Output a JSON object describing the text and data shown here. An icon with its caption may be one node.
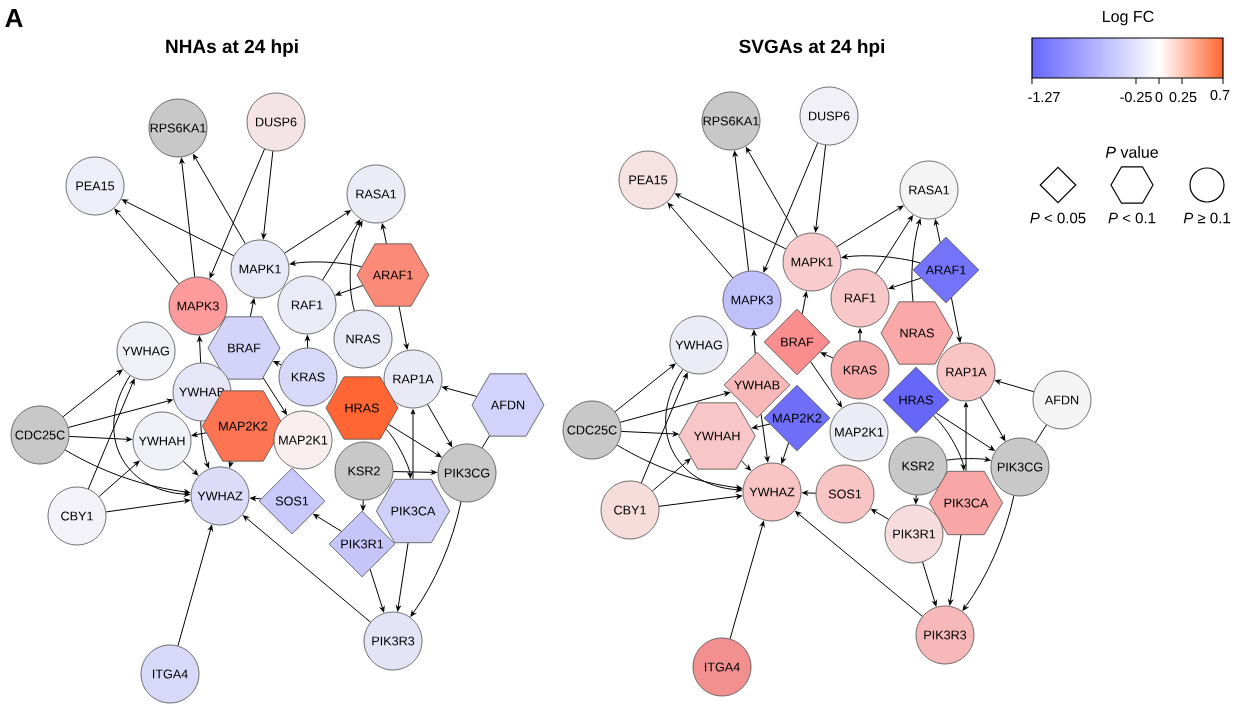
{
  "diagram": {
    "nodes": [
      {
        "text": [
          "RPS6KA1"
        ]
      },
      {
        "text": [
          "DUSP6"
        ]
      },
      {
        "text": [
          "PEA15"
        ]
      },
      {
        "text": [
          "RASA1"
        ]
      },
      {
        "text": [
          "MAPK1"
        ]
      },
      {
        "text": [
          "ARAF1"
        ]
      },
      {
        "text": [
          "MAPK3"
        ]
      },
      {
        "text": [
          "RAF1"
        ]
      },
      {
        "text": [
          "YWHAG"
        ]
      },
      {
        "text": [
          "BRAF"
        ]
      },
      {
        "text": [
          "NRAS"
        ]
      },
      {
        "text": [
          "KRAS"
        ]
      },
      {
        "text": [
          "RAP1A"
        ]
      },
      {
        "text": [
          "YWHAB"
        ]
      },
      {
        "text": [
          "AFDN"
        ]
      },
      {
        "text": [
          "HRAS"
        ]
      },
      {
        "text": [
          "CDC25C"
        ]
      },
      {
        "text": [
          "MAP2K2"
        ]
      },
      {
        "text": [
          "YWHAH"
        ]
      },
      {
        "text": [
          "MAP2K1"
        ]
      },
      {
        "text": [
          "KSR2"
        ]
      },
      {
        "text": [
          "PIK3CG"
        ]
      },
      {
        "text": [
          "YWHAZ"
        ]
      },
      {
        "text": [
          "SOS1"
        ]
      },
      {
        "text": [
          "PIK3CA"
        ]
      },
      {
        "text": [
          "CBY1"
        ]
      },
      {
        "text": [
          "PIK3R1"
        ]
      },
      {
        "text": [
          "PIK3R3"
        ]
      },
      {
        "text": [
          "ITGA4"
        ]
      },
      {
        "text": [
          "RPS6KA1"
        ]
      },
      {
        "text": [
          "DUSP6"
        ]
      },
      {
        "text": [
          "PEA15"
        ]
      },
      {
        "text": [
          "RASA1"
        ]
      },
      {
        "text": [
          "MAPK1"
        ]
      },
      {
        "text": [
          "ARAF1"
        ]
      },
      {
        "text": [
          "MAPK3"
        ]
      },
      {
        "text": [
          "RAF1"
        ]
      },
      {
        "text": [
          "YWHAG"
        ]
      },
      {
        "text": [
          "BRAF"
        ]
      },
      {
        "text": [
          "NRAS"
        ]
      },
      {
        "text": [
          "KRAS"
        ]
      },
      {
        "text": [
          "RAP1A"
        ]
      },
      {
        "text": [
          "YWHAB"
        ]
      },
      {
        "text": [
          "AFDN"
        ]
      },
      {
        "text": [
          "HRAS"
        ]
      },
      {
        "text": [
          "CDC25C"
        ]
      },
      {
        "text": [
          "MAP2K2"
        ]
      },
      {
        "text": [
          "YWHAH"
        ]
      },
      {
        "text": [
          "MAP2K1"
        ]
      },
      {
        "text": [
          "KSR2"
        ]
      },
      {
        "text": [
          "PIK3CG"
        ]
      },
      {
        "text": [
          "YWHAZ"
        ]
      },
      {
        "text": [
          "SOS1"
        ]
      },
      {
        "text": [
          "PIK3CA"
        ]
      },
      {
        "text": [
          "CBY1"
        ]
      },
      {
        "text": [
          "PIK3R1"
        ]
      },
      {
        "text": [
          "PIK3R3"
        ]
      },
      {
        "text": [
          "ITGA4"
        ]
      }
    ],
    "edges": [
      {
        "from": 1,
        "to": 6,
        "arrow": "to"
      },
      {
        "from": 1,
        "to": 4,
        "arrow": "to"
      },
      {
        "from": 6,
        "to": 0,
        "arrow": "to"
      },
      {
        "from": 4,
        "to": 0,
        "arrow": "to"
      },
      {
        "from": 4,
        "to": 2,
        "arrow": "to"
      },
      {
        "from": 6,
        "to": 2,
        "arrow": "to"
      },
      {
        "from": 4,
        "to": 3,
        "arrow": "to"
      },
      {
        "from": 7,
        "to": 3,
        "arrow": "to"
      },
      {
        "from": 10,
        "to": 3,
        "arrow": "to"
      },
      {
        "from": 5,
        "to": 3,
        "arrow": "to"
      },
      {
        "from": 5,
        "to": 4,
        "arrow": "to"
      },
      {
        "from": 5,
        "to": 12,
        "arrow": "to"
      },
      {
        "from": 5,
        "to": 7,
        "arrow": "to"
      },
      {
        "from": 16,
        "to": 8,
        "arrow": "to"
      },
      {
        "from": 16,
        "to": 18,
        "arrow": "to"
      },
      {
        "from": 16,
        "to": 13,
        "arrow": "to"
      },
      {
        "from": 16,
        "to": 22,
        "arrow": "to"
      },
      {
        "from": 25,
        "to": 8,
        "arrow": "to"
      },
      {
        "from": 25,
        "to": 18,
        "arrow": "to"
      },
      {
        "from": 25,
        "to": 22,
        "arrow": "to"
      },
      {
        "from": 28,
        "to": 22,
        "arrow": "to"
      },
      {
        "from": 27,
        "to": 22,
        "arrow": "to"
      },
      {
        "from": 26,
        "to": 27,
        "arrow": "to"
      },
      {
        "from": 24,
        "to": 27,
        "arrow": "to"
      },
      {
        "from": 21,
        "to": 27,
        "arrow": "to"
      },
      {
        "from": 14,
        "to": 12,
        "arrow": "to"
      },
      {
        "from": 21,
        "to": 14,
        "arrow": "none"
      },
      {
        "from": 20,
        "to": 21,
        "arrow": "to"
      },
      {
        "from": 15,
        "to": 21,
        "arrow": "to"
      },
      {
        "from": 12,
        "to": 21,
        "arrow": "to"
      },
      {
        "from": 24,
        "to": 12,
        "arrow": "to"
      },
      {
        "from": 9,
        "to": 4,
        "arrow": "to"
      },
      {
        "from": 13,
        "to": 6,
        "arrow": "to"
      },
      {
        "from": 9,
        "to": 19,
        "arrow": "to"
      },
      {
        "from": 11,
        "to": 7,
        "arrow": "to"
      },
      {
        "from": 11,
        "to": 9,
        "arrow": "to"
      },
      {
        "from": 15,
        "to": 24,
        "arrow": "to"
      },
      {
        "from": 26,
        "to": 23,
        "arrow": "to"
      },
      {
        "from": 20,
        "to": 26,
        "arrow": "to"
      },
      {
        "from": 23,
        "to": 22,
        "arrow": "to"
      },
      {
        "from": 17,
        "to": 22,
        "arrow": "to"
      },
      {
        "from": 17,
        "to": 18,
        "arrow": "to"
      },
      {
        "from": 13,
        "to": 22,
        "arrow": "to"
      },
      {
        "from": 8,
        "to": 22,
        "arrow": "to"
      },
      {
        "from": 18,
        "to": 22,
        "arrow": "to"
      },
      {
        "from": 30,
        "to": 35,
        "arrow": "to"
      },
      {
        "from": 30,
        "to": 33,
        "arrow": "to"
      },
      {
        "from": 35,
        "to": 29,
        "arrow": "to"
      },
      {
        "from": 33,
        "to": 29,
        "arrow": "to"
      },
      {
        "from": 33,
        "to": 31,
        "arrow": "to"
      },
      {
        "from": 35,
        "to": 31,
        "arrow": "to"
      },
      {
        "from": 33,
        "to": 32,
        "arrow": "to"
      },
      {
        "from": 36,
        "to": 32,
        "arrow": "to"
      },
      {
        "from": 39,
        "to": 32,
        "arrow": "to"
      },
      {
        "from": 34,
        "to": 32,
        "arrow": "to"
      },
      {
        "from": 34,
        "to": 33,
        "arrow": "to"
      },
      {
        "from": 34,
        "to": 41,
        "arrow": "to"
      },
      {
        "from": 34,
        "to": 36,
        "arrow": "to"
      },
      {
        "from": 45,
        "to": 37,
        "arrow": "to"
      },
      {
        "from": 45,
        "to": 47,
        "arrow": "to"
      },
      {
        "from": 45,
        "to": 42,
        "arrow": "to"
      },
      {
        "from": 45,
        "to": 51,
        "arrow": "to"
      },
      {
        "from": 54,
        "to": 37,
        "arrow": "to"
      },
      {
        "from": 54,
        "to": 47,
        "arrow": "to"
      },
      {
        "from": 54,
        "to": 51,
        "arrow": "to"
      },
      {
        "from": 57,
        "to": 51,
        "arrow": "to"
      },
      {
        "from": 56,
        "to": 51,
        "arrow": "to"
      },
      {
        "from": 55,
        "to": 56,
        "arrow": "to"
      },
      {
        "from": 53,
        "to": 56,
        "arrow": "to"
      },
      {
        "from": 50,
        "to": 56,
        "arrow": "to"
      },
      {
        "from": 43,
        "to": 41,
        "arrow": "to"
      },
      {
        "from": 50,
        "to": 43,
        "arrow": "none"
      },
      {
        "from": 49,
        "to": 50,
        "arrow": "to"
      },
      {
        "from": 44,
        "to": 50,
        "arrow": "to"
      },
      {
        "from": 41,
        "to": 50,
        "arrow": "to"
      },
      {
        "from": 53,
        "to": 41,
        "arrow": "to"
      },
      {
        "from": 38,
        "to": 33,
        "arrow": "to"
      },
      {
        "from": 42,
        "to": 35,
        "arrow": "to"
      },
      {
        "from": 38,
        "to": 48,
        "arrow": "to"
      },
      {
        "from": 40,
        "to": 36,
        "arrow": "to"
      },
      {
        "from": 40,
        "to": 38,
        "arrow": "to"
      },
      {
        "from": 44,
        "to": 53,
        "arrow": "to"
      },
      {
        "from": 55,
        "to": 52,
        "arrow": "to"
      },
      {
        "from": 49,
        "to": 55,
        "arrow": "to"
      },
      {
        "from": 52,
        "to": 51,
        "arrow": "to"
      },
      {
        "from": 46,
        "to": 51,
        "arrow": "to"
      },
      {
        "from": 46,
        "to": 47,
        "arrow": "to"
      },
      {
        "from": 42,
        "to": 51,
        "arrow": "to"
      },
      {
        "from": 37,
        "to": 51,
        "arrow": "to"
      },
      {
        "from": 47,
        "to": 51,
        "arrow": "to"
      }
    ],
    "labels": [
      "A",
      "NHAs at 24 hpi",
      "SVGAs at 24 hpi",
      "Log FC",
      "-1.27",
      "-0.25",
      "0",
      "0.25",
      "0.7",
      "*P* value"
    ],
    "legend": [
      {
        "text": "*P* < 0.05"
      },
      {
        "text": "*P* < 0.1"
      },
      {
        "text": "*P* ≥ 0.1"
      }
    ]
  }
}
